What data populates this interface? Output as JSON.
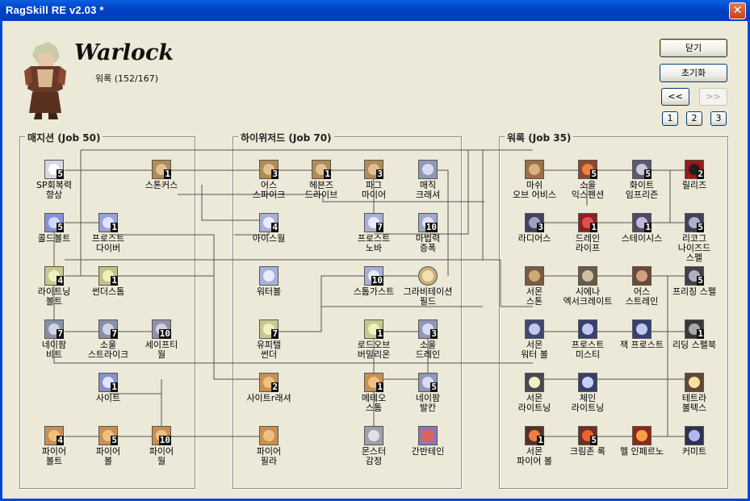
{
  "window": {
    "title": "RagSkill RE v2.03 *",
    "close_glyph": "✕"
  },
  "header": {
    "job_title": "Warlock",
    "job_sub": "워록 (152/167)"
  },
  "buttons": {
    "close": "닫기",
    "reset": "초기화",
    "prev": "<<",
    "next": ">>",
    "pages": [
      "1",
      "2",
      "3"
    ]
  },
  "groups": [
    {
      "label": "매지션 (Job 50)"
    },
    {
      "label": "하이위저드 (Job 70)"
    },
    {
      "label": "워록 (Job 35)"
    }
  ],
  "skills": [
    {
      "name": "SP회복력\n향상",
      "level": "5",
      "icon": "sp-recovery-icon",
      "color": "#d8d8e0"
    },
    {
      "name": "스톤커스",
      "level": "1",
      "icon": "stone-curse-icon",
      "color": "#b08a58"
    },
    {
      "name": "콜드볼트",
      "level": "5",
      "icon": "cold-bolt-icon",
      "color": "#8890d8"
    },
    {
      "name": "프로스트\n다이버",
      "level": "1",
      "icon": "frost-diver-icon",
      "color": "#9aa0d8"
    },
    {
      "name": "라이트닝\n볼트",
      "level": "4",
      "icon": "lightning-bolt-icon",
      "color": "#c8c890"
    },
    {
      "name": "썬더스톰",
      "level": "1",
      "icon": "thunderstorm-icon",
      "color": "#c0c088"
    },
    {
      "name": "네이팜\n비트",
      "level": "7",
      "icon": "napalm-beat-icon",
      "color": "#8890a8"
    },
    {
      "name": "소울\n스트라이크",
      "level": "7",
      "icon": "soul-strike-icon",
      "color": "#8890a8"
    },
    {
      "name": "세이프티\n월",
      "level": "10",
      "icon": "safety-wall-icon",
      "color": "#9090a8"
    },
    {
      "name": "사이트",
      "level": "1",
      "icon": "sight-icon",
      "color": "#8890c8"
    },
    {
      "name": "파이어\n볼트",
      "level": "4",
      "icon": "fire-bolt-icon",
      "color": "#c89050"
    },
    {
      "name": "파이어\n볼",
      "level": "5",
      "icon": "fire-ball-icon",
      "color": "#c89050"
    },
    {
      "name": "파이어\n월",
      "level": "10",
      "icon": "fire-wall-icon",
      "color": "#c89050"
    },
    {
      "name": "어스\n스파이크",
      "level": "3",
      "icon": "earth-spike-icon",
      "color": "#b08a58"
    },
    {
      "name": "헤븐즈\n드라이브",
      "level": "1",
      "icon": "heavens-drive-icon",
      "color": "#b08a58"
    },
    {
      "name": "파그\n마이어",
      "level": "3",
      "icon": "quagmire-icon",
      "color": "#b08a58"
    },
    {
      "name": "매직\n크래셔",
      "level": "",
      "icon": "magic-crasher-icon",
      "color": "#9098b8"
    },
    {
      "name": "아이스월",
      "level": "4",
      "icon": "ice-wall-icon",
      "color": "#a8b0d8"
    },
    {
      "name": "프로스트\n노바",
      "level": "7",
      "icon": "frost-nova-icon",
      "color": "#a8b0d8"
    },
    {
      "name": "마법력\n증폭",
      "level": "10",
      "icon": "amplify-magic-icon",
      "color": "#a0a8c8"
    },
    {
      "name": "워터볼",
      "level": "",
      "icon": "water-ball-icon",
      "color": "#a8b0d8"
    },
    {
      "name": "스톰가스트",
      "level": "10",
      "icon": "storm-gust-icon",
      "color": "#a8b0d8"
    },
    {
      "name": "그라비테이션\n필드",
      "level": "",
      "icon": "gravitation-field-icon",
      "color": "#c8b078"
    },
    {
      "name": "유피텔\n썬더",
      "level": "7",
      "icon": "jupitel-thunder-icon",
      "color": "#c8c890"
    },
    {
      "name": "로드오브\n버밀리온",
      "level": "1",
      "icon": "lord-of-vermilion-icon",
      "color": "#c8c890"
    },
    {
      "name": "소울\n드레인",
      "level": "3",
      "icon": "soul-drain-icon",
      "color": "#9098b8"
    },
    {
      "name": "사이트r래셔",
      "level": "2",
      "icon": "sightrasher-icon",
      "color": "#c89050"
    },
    {
      "name": "메테오\n스톰",
      "level": "1",
      "icon": "meteor-storm-icon",
      "color": "#c89050"
    },
    {
      "name": "네이팜\n발칸",
      "level": "5",
      "icon": "napalm-vulcan-icon",
      "color": "#9098b8"
    },
    {
      "name": "파이어\n필라",
      "level": "",
      "icon": "fire-pillar-icon",
      "color": "#c89050"
    },
    {
      "name": "몬스터\n감정",
      "level": "",
      "icon": "sense-icon",
      "color": "#a0a0a8"
    },
    {
      "name": "간반테인",
      "level": "",
      "icon": "ganbantein-icon",
      "color": "#8878b8"
    },
    {
      "name": "마쉬\n오브 어비스",
      "level": "",
      "icon": "marsh-of-abyss-icon",
      "color": "#9a7048"
    },
    {
      "name": "소울\n익스펜션",
      "level": "5",
      "icon": "soul-expansion-icon",
      "color": "#8a4a30"
    },
    {
      "name": "화이트\n임프리즌",
      "level": "5",
      "icon": "white-imprison-icon",
      "color": "#5a5a70"
    },
    {
      "name": "릴리즈",
      "level": "2",
      "icon": "release-icon",
      "color": "#a01818"
    },
    {
      "name": "라디어스",
      "level": "3",
      "icon": "radius-icon",
      "color": "#404060"
    },
    {
      "name": "드레인\n라이프",
      "level": "1",
      "icon": "drain-life-icon",
      "color": "#902020"
    },
    {
      "name": "스테이시스",
      "level": "1",
      "icon": "stasis-icon",
      "color": "#504868"
    },
    {
      "name": "리코그\n나이즈드\n스펠",
      "level": "5",
      "icon": "recognized-spell-icon",
      "color": "#404058"
    },
    {
      "name": "서몬\n스톤",
      "level": "",
      "icon": "summon-stone-icon",
      "color": "#7a5a40"
    },
    {
      "name": "시에나\n엑서크레이트",
      "level": "",
      "icon": "siena-execrate-icon",
      "color": "#6a5a48"
    },
    {
      "name": "어스\n스트레인",
      "level": "",
      "icon": "earth-strain-icon",
      "color": "#6a4a38"
    },
    {
      "name": "프리징 스펠",
      "level": "5",
      "icon": "freezing-spell-icon",
      "color": "#404048"
    },
    {
      "name": "서몬\n워터 볼",
      "level": "",
      "icon": "summon-water-ball-icon",
      "color": "#404870"
    },
    {
      "name": "프로스트\n미스티",
      "level": "",
      "icon": "frost-misty-icon",
      "color": "#384070"
    },
    {
      "name": "잭 프로스트",
      "level": "",
      "icon": "jack-frost-icon",
      "color": "#384070"
    },
    {
      "name": "리딩 스펠북",
      "level": "1",
      "icon": "reading-spellbook-icon",
      "color": "#383838"
    },
    {
      "name": "서몬\n라이트닝",
      "level": "",
      "icon": "summon-lightning-icon",
      "color": "#484850"
    },
    {
      "name": "체인\n라이트닝",
      "level": "",
      "icon": "chain-lightning-icon",
      "color": "#384068"
    },
    {
      "name": "테트라\n볼텍스",
      "level": "",
      "icon": "tetra-vortex-icon",
      "color": "#604838"
    },
    {
      "name": "서몬\n파이어 볼",
      "level": "1",
      "icon": "summon-fire-ball-icon",
      "color": "#583028"
    },
    {
      "name": "크림존 록",
      "level": "5",
      "icon": "crimson-rock-icon",
      "color": "#703020"
    },
    {
      "name": "헬 인페르노",
      "level": "",
      "icon": "hell-inferno-icon",
      "color": "#902818"
    },
    {
      "name": "커미트",
      "level": "",
      "icon": "comet-icon",
      "color": "#303050"
    }
  ]
}
